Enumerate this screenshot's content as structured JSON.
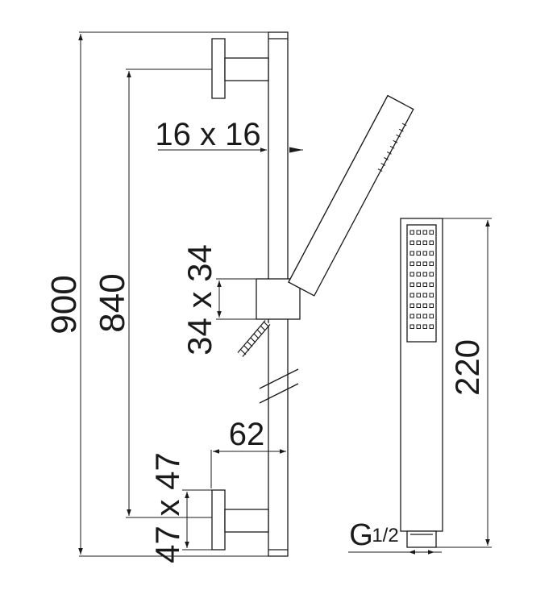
{
  "dimensions": {
    "total_height": "900",
    "bracket_spacing": "840",
    "rail_section": "16 x 16",
    "slider_section": "34 x 34",
    "projection": "62",
    "bracket_plate": "47 x 47",
    "handshower_length": "220",
    "thread": "G",
    "thread_fraction": "1/2"
  },
  "colors": {
    "line": "#1a1a1a",
    "background": "#ffffff"
  }
}
